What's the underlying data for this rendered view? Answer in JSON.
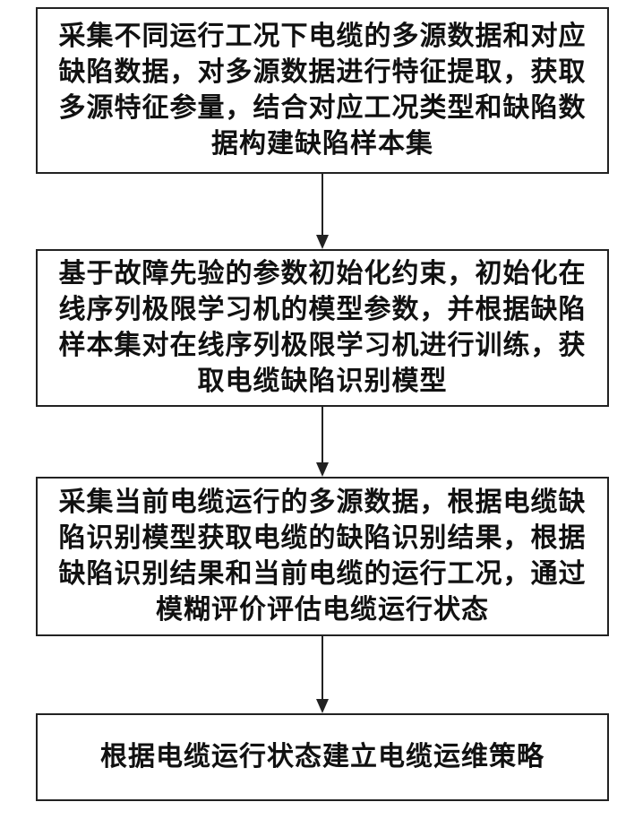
{
  "flowchart": {
    "steps": [
      {
        "text": "采集不同运行工况下电缆的多源数据和对应缺陷数据，对多源数据进行特征提取，获取多源特征参量，结合对应工况类型和缺陷数据构建缺陷样本集"
      },
      {
        "text": "基于故障先验的参数初始化约束，初始化在线序列极限学习机的模型参数，并根据缺陷样本集对在线序列极限学习机进行训练，获取电缆缺陷识别模型"
      },
      {
        "text": "采集当前电缆运行的多源数据，根据电缆缺陷识别模型获取电缆的缺陷识别结果，根据缺陷识别结果和当前电缆的运行工况，通过模糊评价评估电缆运行状态"
      },
      {
        "text": "根据电缆运行状态建立电缆运维策略"
      }
    ]
  }
}
